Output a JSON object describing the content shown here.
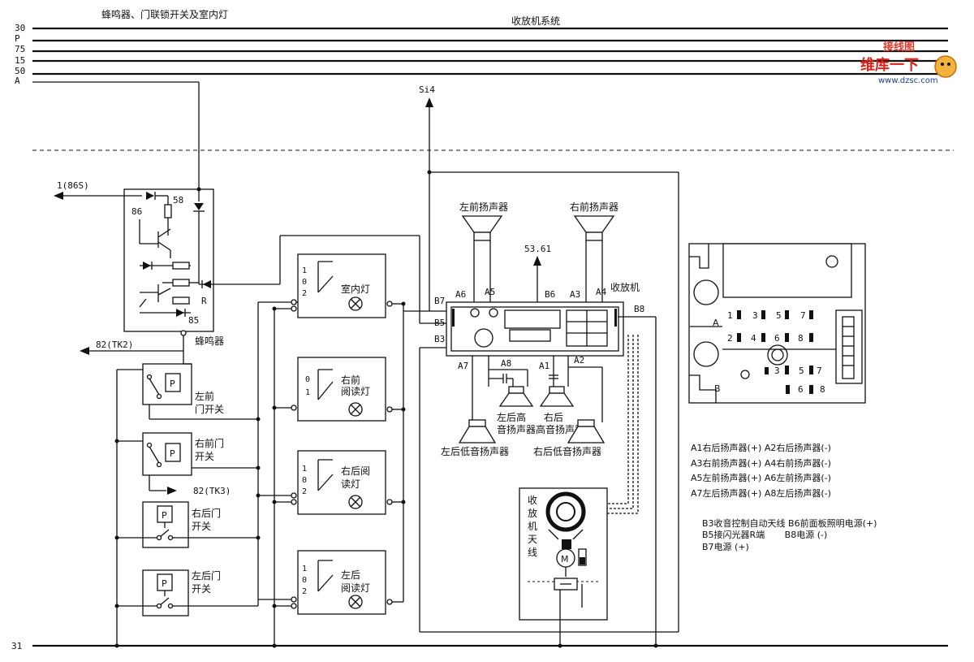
{
  "header": {
    "title_left": "蜂鸣器、门联锁开关及室内灯",
    "title_center": "收放机系统"
  },
  "rails": [
    "30",
    "P",
    "75",
    "15",
    "50",
    "A"
  ],
  "ground_rail": "31",
  "watermark": {
    "brand_top": "接线图",
    "brand_main": "维库一下",
    "url": "www.dzsc.com"
  },
  "buzzer_module": {
    "label": "蜂鸣器",
    "pins": {
      "p58": "58",
      "p86": "86",
      "p85": "85",
      "r": "R"
    },
    "out_top": "1(86S)",
    "out_bottom": "82(TK2)"
  },
  "switches": {
    "lf_door": "左前\n门开关",
    "rf_door": "右前门\n开关",
    "rr_door": "右后门\n开关",
    "lr_door": "左后门\n开关",
    "p_label": "P",
    "out_tk3": "82(TK3)"
  },
  "lamps": {
    "interior": "室内灯",
    "rf_reading": "右前\n阅读灯",
    "rr_reading": "右后阅\n读灯",
    "lr_reading": "左后\n阅读灯",
    "switch_102": [
      "1",
      "0",
      "2"
    ],
    "switch_01": [
      "0",
      "1"
    ]
  },
  "radio": {
    "label": "收放机",
    "si4": "Si4",
    "ref_5361": "53.61",
    "pins": {
      "A1": "A1",
      "A2": "A2",
      "A3": "A3",
      "A4": "A4",
      "A5": "A5",
      "A6": "A6",
      "A7": "A7",
      "A8": "A8",
      "B3": "B3",
      "B5": "B5",
      "B6": "B6",
      "B7": "B7",
      "B8": "B8"
    },
    "speakers": {
      "lf": "左前扬声器",
      "rf": "右前扬声器",
      "lr_tweeter": "左后高\n音扬声器",
      "rr_tweeter": "右后\n高音扬声器",
      "lr_woofer": "左后低音扬声器",
      "rr_woofer": "右后低音扬声器"
    },
    "antenna": "收\n放\n机\n天\n线",
    "motor": "M"
  },
  "connector": {
    "group_a": "A",
    "group_b": "B",
    "row_a1": [
      "1",
      "3",
      "5",
      "7"
    ],
    "row_a2": [
      "2",
      "4",
      "6",
      "8"
    ],
    "row_b1": [
      "3",
      "5",
      "7"
    ],
    "row_b2": [
      "6",
      "8"
    ]
  },
  "legend_a": [
    "A1右后扬声器(+)  A2右后扬声器(-)",
    "A3右前扬声器(+)  A4右前扬声器(-)",
    "A5左前扬声器(+)  A6左前扬声器(-)",
    "A7左后扬声器(+)  A8左后扬声器(-)"
  ],
  "legend_b": [
    "B3收音控制自动天线  B6前面板照明电源(+)",
    "B5接闪光器R端       B8电源 (-)",
    "B7电源 (+)"
  ]
}
